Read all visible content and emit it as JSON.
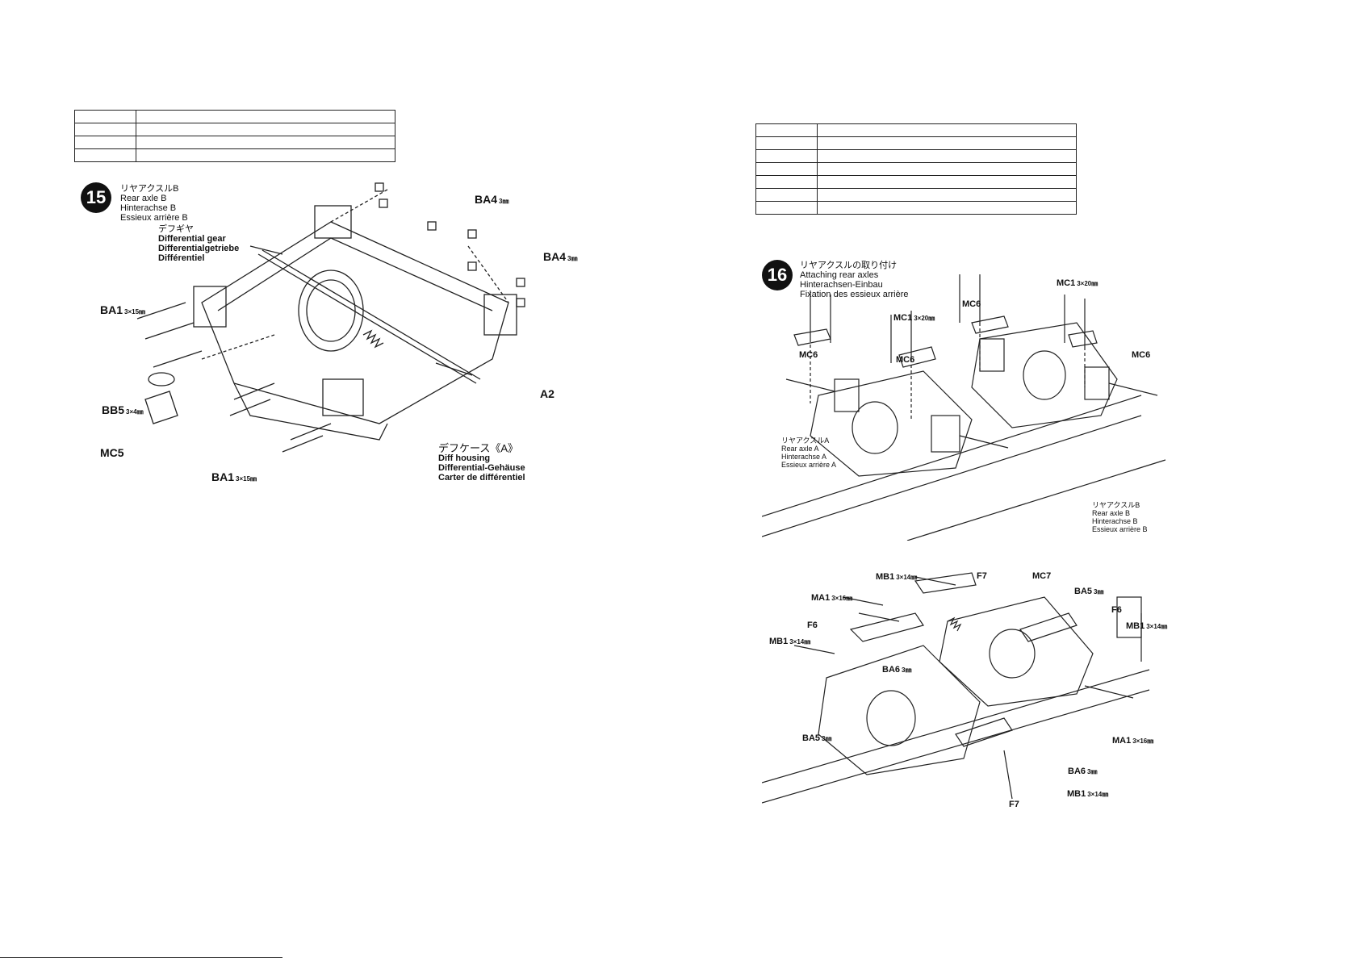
{
  "step15": {
    "number": "15",
    "title_jp": "リヤアクスルB",
    "title_en": "Rear axle B",
    "title_de": "Hinterachse B",
    "title_fr": "Essieux arrière B",
    "diff_gear": [
      "デフギヤ",
      "Differential gear",
      "Differentialgetriebe",
      "Différentiel"
    ],
    "diff_housing": [
      "デフケース《A》",
      "Diff housing",
      "Differential-Gehäuse",
      "Carter de différentiel"
    ],
    "parts": {
      "ba4": "BA4",
      "ba4_size": "3㎜",
      "ba1": "BA1",
      "ba1_size": "3×15㎜",
      "bb5": "BB5",
      "bb5_size": "3×4㎜",
      "mc5": "MC5",
      "a2": "A2"
    }
  },
  "step16": {
    "number": "16",
    "title_jp": "リヤアクスルの取り付け",
    "title_en": "Attaching rear axles",
    "title_de": "Hinterachsen-Einbau",
    "title_fr": "Fixation des essieux arrière",
    "axle_a": [
      "リヤアクスルA",
      "Rear axle A",
      "Hinterachse A",
      "Essieux arrière A"
    ],
    "axle_b": [
      "リヤアクスルB",
      "Rear axle B",
      "Hinterachse B",
      "Essieux arrière B"
    ],
    "parts": {
      "mc1": "MC1",
      "mc1_size": "3×20㎜",
      "mc6": "MC6",
      "mb1": "MB1",
      "mb1_size": "3×14㎜",
      "ma1": "MA1",
      "ma1_size": "3×16㎜",
      "f7": "F7",
      "f6": "F6",
      "mc7": "MC7",
      "ba5": "BA5",
      "ba5_size": "3㎜",
      "ba6": "BA6",
      "ba6_size": "3㎜"
    }
  }
}
